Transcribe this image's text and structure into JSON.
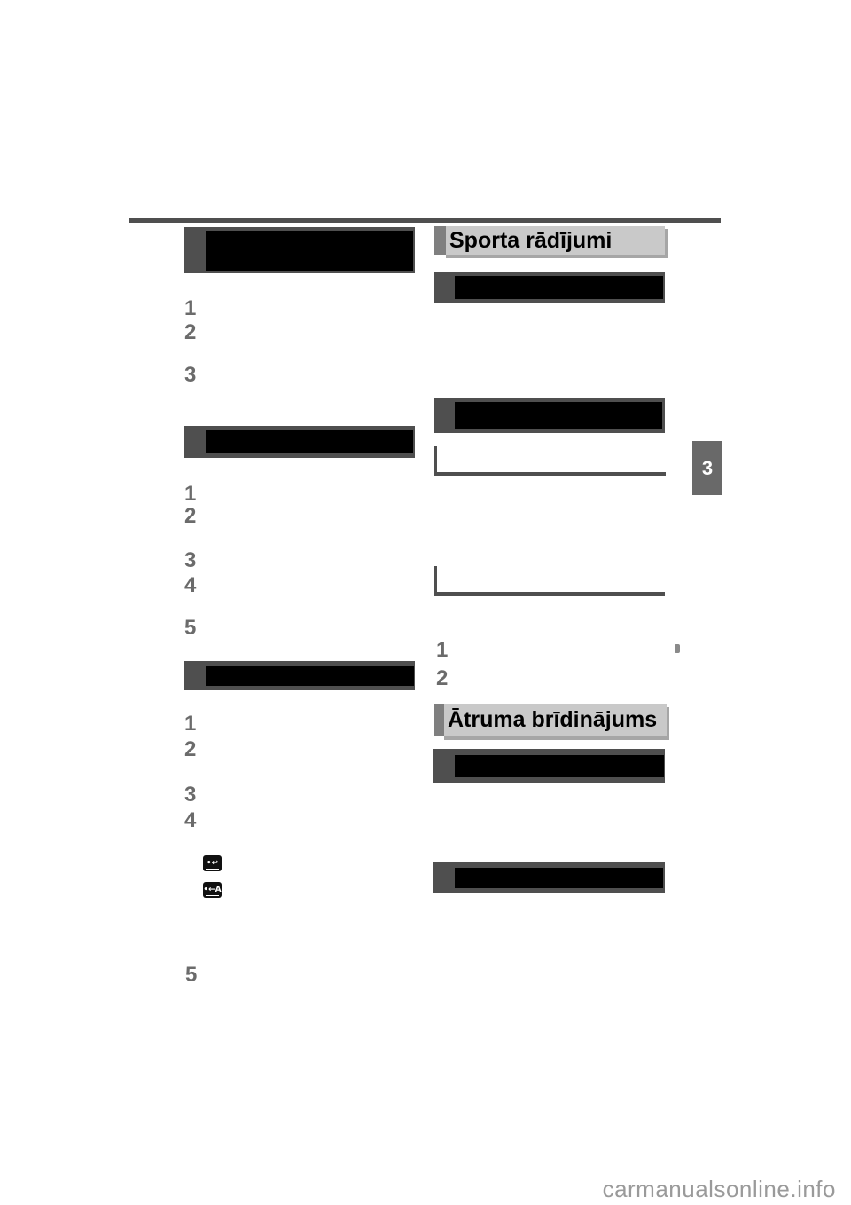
{
  "document": {
    "watermark": "carmanualsonline.info",
    "chapter_tab": "3"
  },
  "left_column": {
    "section1": {
      "items": [
        "1",
        "2",
        "3"
      ]
    },
    "section2": {
      "items": [
        "1",
        "2",
        "3",
        "4",
        "5"
      ]
    },
    "section3": {
      "items": [
        "1",
        "2",
        "3",
        "4"
      ]
    },
    "standalone_item": "5"
  },
  "right_column": {
    "sport_heading": "Sporta rādījumi",
    "speed_heading": "Ātruma brīdinājums",
    "items": [
      "1",
      "2"
    ]
  },
  "icons": {
    "trip_reset_glyph": "•↩",
    "trip_a_glyph": "•←A"
  },
  "colors": {
    "rule_and_frames": "#4f4f4f",
    "redacted_fill": "#000000",
    "list_number": "#6b6b6b",
    "heading_background": "#c9c9c9",
    "heading_accent": "#7f7f7f",
    "heading_shadow": "#a6a6a6",
    "heading_text": "#000000",
    "chapter_tab_background": "#696969",
    "chapter_tab_text": "#ffffff",
    "watermark_text": "#9a9a9a"
  }
}
